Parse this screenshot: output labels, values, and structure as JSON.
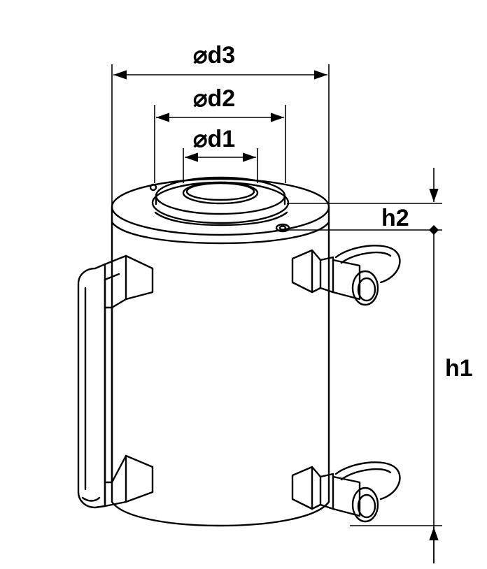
{
  "dimensions": {
    "d3": "⌀d3",
    "d2": "⌀d2",
    "d1": "⌀d1",
    "h2": "h2",
    "h1": "h1"
  },
  "colors": {
    "line": "#000000",
    "background": "#ffffff"
  }
}
